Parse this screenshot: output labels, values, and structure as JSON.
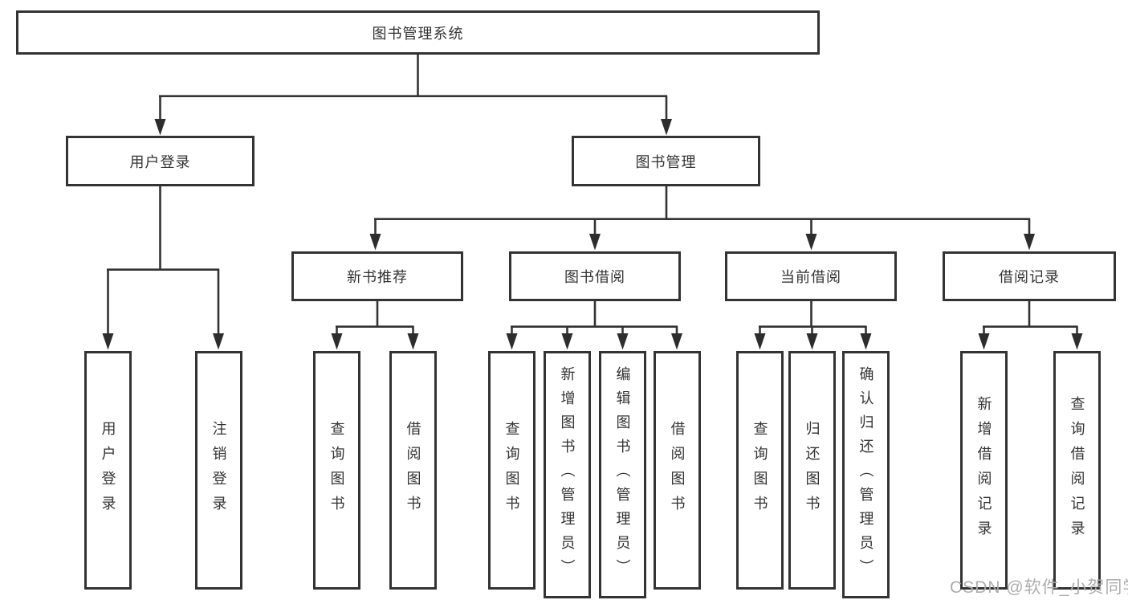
{
  "diagram": {
    "title_node": {
      "label": "图书管理系统"
    },
    "level2": [
      {
        "label": "用户登录"
      },
      {
        "label": "图书管理"
      }
    ],
    "level3": [
      {
        "label": "新书推荐"
      },
      {
        "label": "图书借阅"
      },
      {
        "label": "当前借阅"
      },
      {
        "label": "借阅记录"
      }
    ],
    "leaves": [
      {
        "label": "用户登录"
      },
      {
        "label": "注销登录"
      },
      {
        "label": "查询图书"
      },
      {
        "label": "借阅图书"
      },
      {
        "label": "查询图书"
      },
      {
        "label": "新增图书（管理员）"
      },
      {
        "label": "编辑图书（管理员）"
      },
      {
        "label": "借阅图书"
      },
      {
        "label": "查询图书"
      },
      {
        "label": "归还图书"
      },
      {
        "label": "确认归还（管理员）"
      },
      {
        "label": "新增借阅记录"
      },
      {
        "label": "查询借阅记录"
      }
    ],
    "line_color": "#333333"
  },
  "watermark": {
    "text": "CSDN @软件_小贺同学"
  }
}
